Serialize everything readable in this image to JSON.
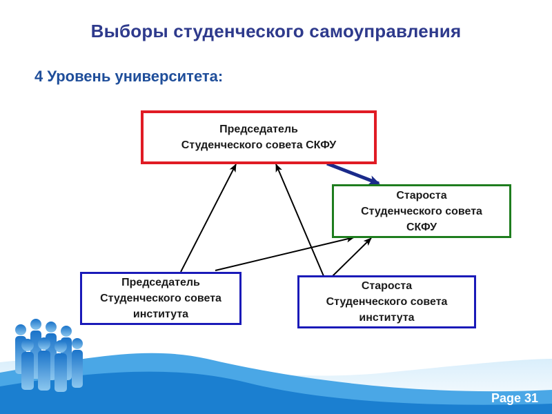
{
  "slide": {
    "title": "Выборы студенческого самоуправления",
    "subtitle": "4 Уровень университета:",
    "page_label": "Page 31"
  },
  "diagram": {
    "nodes": [
      {
        "id": "chair_skfu",
        "lines": [
          "Председатель",
          "Студенческого совета СКФУ"
        ],
        "border_color": "#e01b24"
      },
      {
        "id": "head_skfu",
        "lines": [
          "Староста",
          "Студенческого совета",
          "СКФУ"
        ],
        "border_color": "#1e7d1e"
      },
      {
        "id": "chair_institute",
        "lines": [
          "Председатель",
          "Студенческого совета",
          "института"
        ],
        "border_color": "#1a1ab8"
      },
      {
        "id": "head_institute",
        "lines": [
          "Староста",
          "Студенческого совета",
          "института"
        ],
        "border_color": "#1a1ab8"
      }
    ],
    "edges": [
      {
        "from": "chair_institute",
        "to": "chair_skfu",
        "style": "thin"
      },
      {
        "from": "chair_institute",
        "to": "head_skfu",
        "style": "thin"
      },
      {
        "from": "head_institute",
        "to": "chair_skfu",
        "style": "thin"
      },
      {
        "from": "head_institute",
        "to": "head_skfu",
        "style": "thin"
      },
      {
        "from": "chair_skfu",
        "to": "head_skfu",
        "style": "thick",
        "color": "#1a2a8a"
      }
    ]
  },
  "decoration": {
    "wave_color": "#1a7fd0",
    "people_icon": "business-people-silhouette-icon"
  }
}
